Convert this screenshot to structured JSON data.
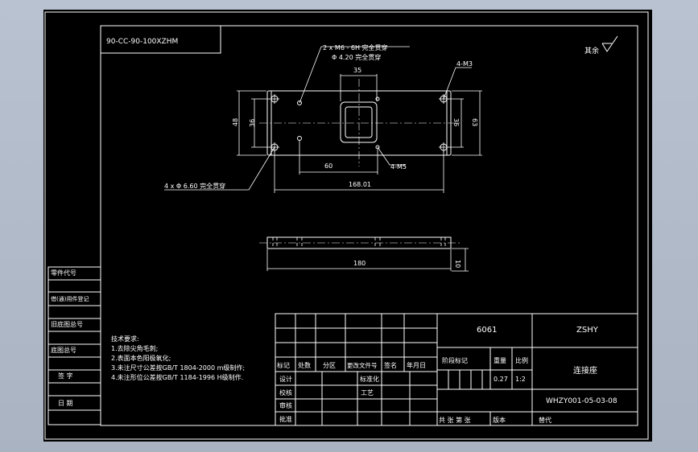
{
  "drawing": {
    "code_box": "90-CC-90-100XZHM",
    "surface_note": "其余",
    "notes": {
      "thread_holes": "2 x M6 - 6H 完全贯穿",
      "thread_drill": "Φ 4.20 完全贯穿",
      "through_holes": "4 x Φ 6.60 完全贯穿",
      "m3_label": "4-M3",
      "m5_label": "4-M5"
    },
    "dims": {
      "d35": "35",
      "d48": "48",
      "d36_left": "36",
      "d36_right": "36",
      "d63": "63",
      "d60": "60",
      "d168": "168.01",
      "d180": "180",
      "d10": "10"
    },
    "tech_req": {
      "title": "技术要求:",
      "lines": [
        "1.去除尖角毛刺;",
        "2.表面本色阳极氧化;",
        "3.未注尺寸公差按GB/T 1804-2000 m级制作;",
        "4.未注形位公差按GB/T 1184-1996 H级制作."
      ]
    },
    "left_strip": [
      "零件代号",
      "借(通)用件登记",
      "旧底图总号",
      "底图总号",
      "签 字",
      "日 期"
    ]
  },
  "title_block": {
    "material": "6061",
    "company": "ZSHY",
    "part_name": "连接座",
    "drawing_no": "WHZY001-05-03-08",
    "header_cells": [
      "标记",
      "处数",
      "分区",
      "更改文件号",
      "签名",
      "年月日"
    ],
    "roles": [
      "设计",
      "校核",
      "审核",
      "批准"
    ],
    "std_label": "标准化",
    "process_label": "工艺",
    "stage_label": "阶段标记",
    "weight_label": "重量",
    "scale_label": "比例",
    "weight": "0.27",
    "scale": "1:2",
    "sheets": "共 张 第 张",
    "version": "版本",
    "replace": "替代"
  }
}
